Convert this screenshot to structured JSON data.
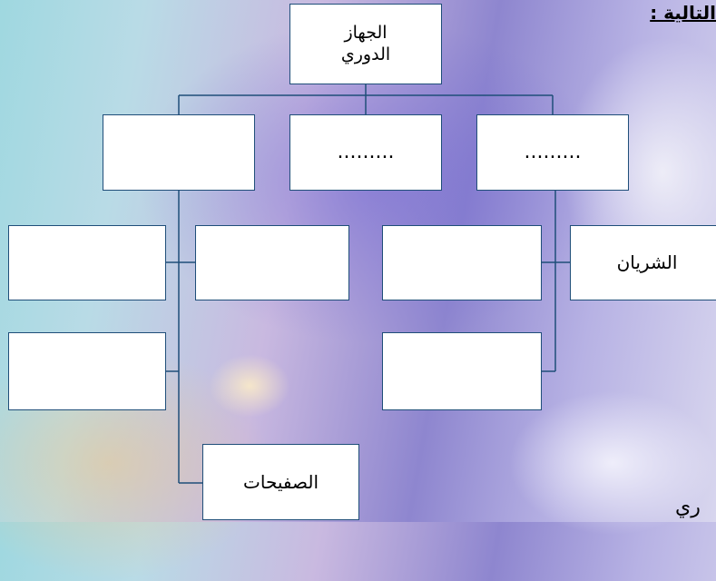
{
  "heading": "التالية :",
  "root": {
    "line1": "الجهاز",
    "line2": "الدوري"
  },
  "categories": [
    {
      "label": ""
    },
    {
      "label": "........."
    },
    {
      "label": "........."
    }
  ],
  "left_branch": [
    "",
    "",
    "",
    "",
    "الصفيحات"
  ],
  "right_branch": [
    "الشريان",
    "",
    ""
  ],
  "corner_text": "ري",
  "colors": {
    "box_border": "#1f4e79",
    "line": "#1f4e79",
    "box_fill": "#ffffff"
  }
}
